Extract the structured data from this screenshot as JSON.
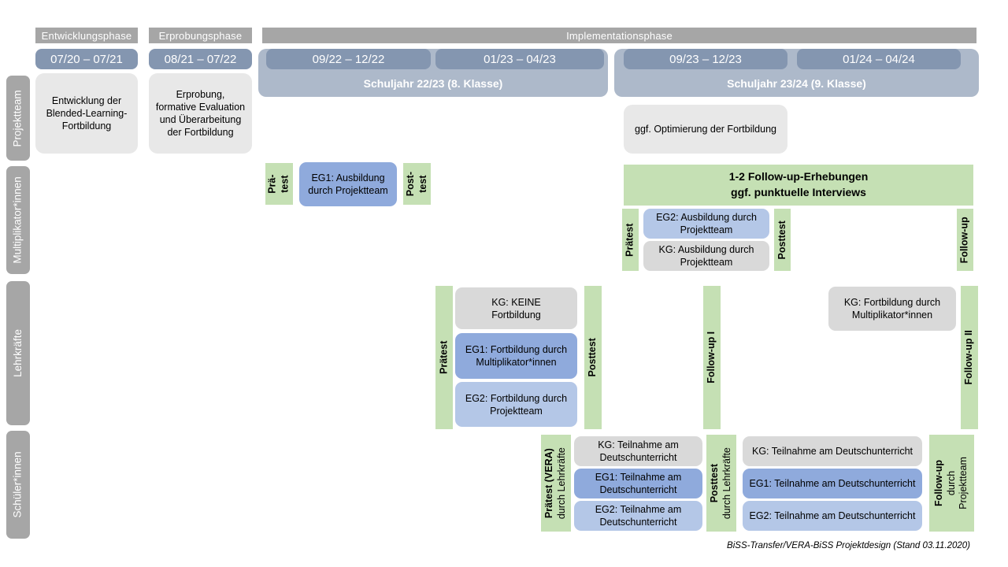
{
  "phases": {
    "p1": "Entwicklungsphase",
    "p2": "Erprobungsphase",
    "p3": "Implementationsphase"
  },
  "dates": {
    "d1": "07/20 – 07/21",
    "d2": "08/21 – 07/22",
    "d3": "09/22 – 12/22",
    "d4": "01/23 – 04/23",
    "d5": "09/23 – 12/23",
    "d6": "01/24 – 04/24"
  },
  "schuljahre": {
    "s1": "Schuljahr 22/23 (8. Klasse)",
    "s2": "Schuljahr 23/24 (9. Klasse)"
  },
  "row_labels": {
    "projektteam": "Projektteam",
    "multiplikatoren": "Multiplikator*innen",
    "lehrkraefte": "Lehrkräfte",
    "schueler": "Schüler*innen"
  },
  "projektteam": {
    "entwicklung": "Entwicklung der Blended-Learning-Fortbildung",
    "erprobung": "Erprobung, formative Evaluation und Überarbeitung der Fortbildung",
    "optimierung": "ggf. Optimierung der Fortbildung"
  },
  "multiplikator": {
    "praetest1": {
      "l1": "Prä-",
      "l2": "test"
    },
    "eg1": "EG1: Ausbildung durch Projektteam",
    "posttest1": {
      "l1": "Post-",
      "l2": "test"
    },
    "banner": {
      "l1": "1-2 Follow-up-Erhebungen",
      "l2": "ggf. punktuelle Interviews"
    },
    "praetest2": "Prätest",
    "eg2": "EG2: Ausbildung durch Projektteam",
    "kg": "KG: Ausbildung durch Projektteam",
    "posttest2": "Posttest",
    "followup": "Follow-up"
  },
  "lehrkraefte": {
    "praetest": "Prätest",
    "kg1": "KG: KEINE Fortbildung",
    "eg1": "EG1: Fortbildung durch Multiplikator*innen",
    "eg2": "EG2: Fortbildung durch Projektteam",
    "posttest": "Posttest",
    "followup1": "Follow-up I",
    "kg2": "KG: Fortbildung durch Multiplikator*innen",
    "followup2": "Follow-up II"
  },
  "schueler": {
    "praetest": {
      "l1": "Prätest (VERA)",
      "l2": "durch Lehrkräfte"
    },
    "kg1": "KG: Teilnahme am Deutschunterricht",
    "eg1a": "EG1: Teilnahme am Deutschunterricht",
    "eg2a": "EG2: Teilnahme am Deutschunterricht",
    "posttest": {
      "l1": "Posttest",
      "l2": "durch Lehrkräfte"
    },
    "kg2": "KG: Teilnahme am Deutschunterricht",
    "eg1b": "EG1: Teilnahme am Deutschunterricht",
    "eg2b": "EG2: Teilnahme am Deutschunterricht",
    "followup": {
      "l1": "Follow-up",
      "l2": "durch",
      "l3": "Projektteam"
    }
  },
  "footer": "BiSS-Transfer/VERA-BiSS Projektdesign (Stand 03.11.2020)",
  "colors": {
    "phase_gray": "#a6a6a6",
    "date_blue": "#8496b0",
    "schuljahr_band": "#adb9ca",
    "green": "#c5e0b4",
    "eg1_blue": "#8faadc",
    "eg2_blue": "#b4c7e7",
    "kg_gray": "#d9d9d9",
    "light_gray_box": "#e8e8e8"
  }
}
